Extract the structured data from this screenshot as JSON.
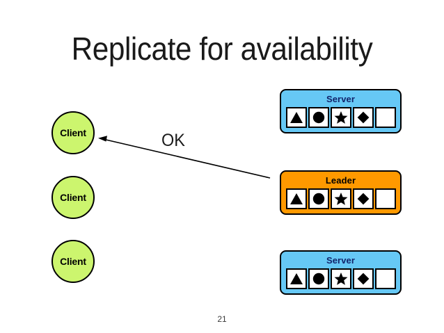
{
  "slide": {
    "title": "Replicate for availability",
    "page_number": "21",
    "background_color": "#ffffff"
  },
  "colors": {
    "client_fill": "#ccf56e",
    "server_fill": "#66c8f5",
    "leader_fill": "#ff9900",
    "outline": "#000000",
    "server_label_text": "#12246b",
    "leader_label_text": "#000000",
    "title_text": "#1a1a1a"
  },
  "clients": [
    {
      "label": "Client"
    },
    {
      "label": "Client"
    },
    {
      "label": "Client"
    }
  ],
  "nodes": [
    {
      "role": "Server",
      "fill": "#66c8f5",
      "log": [
        "triangle",
        "circle",
        "star",
        "diamond",
        "empty"
      ]
    },
    {
      "role": "Leader",
      "fill": "#ff9900",
      "log": [
        "triangle",
        "circle",
        "star",
        "diamond",
        "empty"
      ]
    },
    {
      "role": "Server",
      "fill": "#66c8f5",
      "log": [
        "triangle",
        "circle",
        "star",
        "diamond",
        "empty"
      ]
    }
  ],
  "message": {
    "label": "OK",
    "from": "Leader",
    "to": "Client 1",
    "direction": "leader-to-client"
  }
}
